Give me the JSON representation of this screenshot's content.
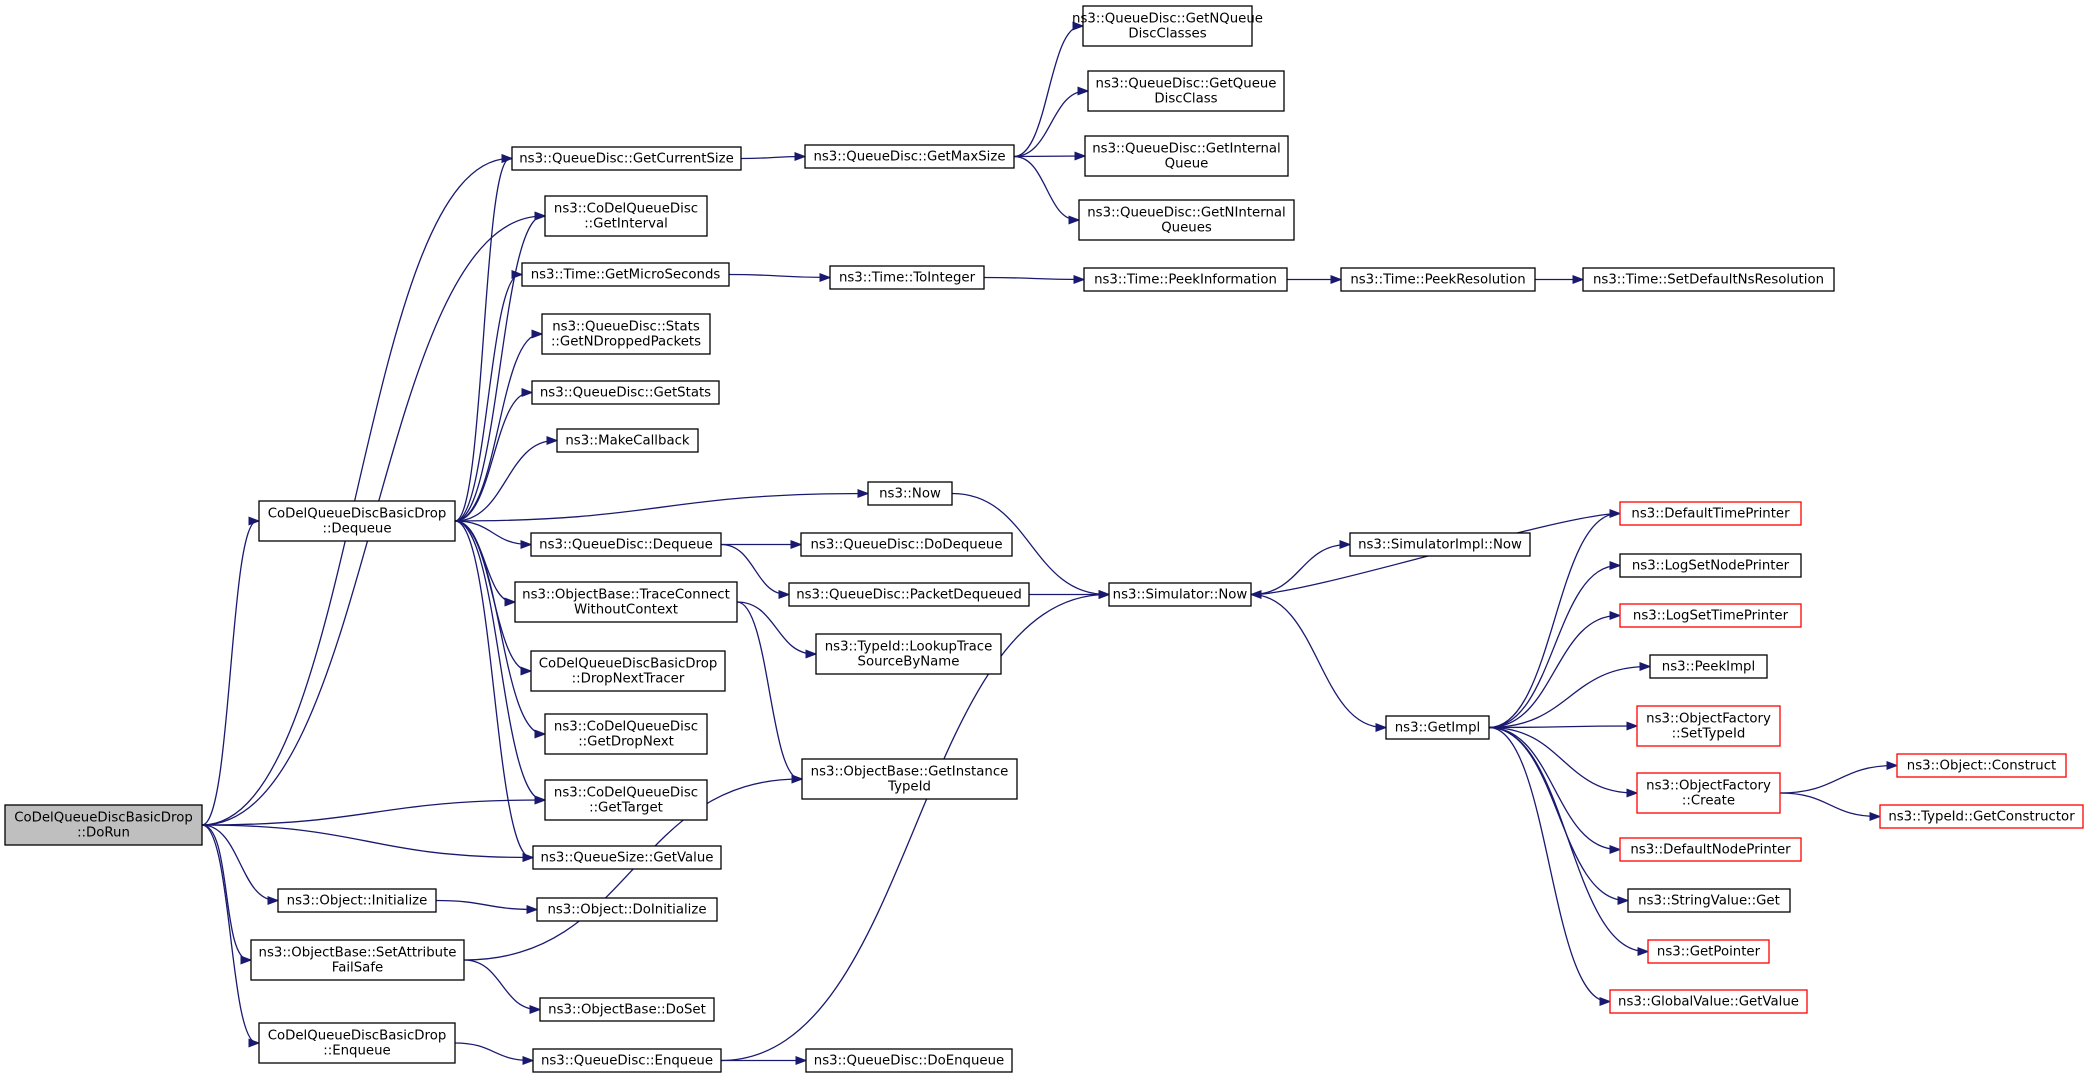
{
  "graph": {
    "nodes": [
      {
        "id": "dorun",
        "lines": [
          "CoDelQueueDiscBasicDrop",
          "::DoRun"
        ],
        "style": "root"
      },
      {
        "id": "dequeue_bd",
        "lines": [
          "CoDelQueueDiscBasicDrop",
          "::Dequeue"
        ],
        "style": "normal"
      },
      {
        "id": "enqueue_bd",
        "lines": [
          "CoDelQueueDiscBasicDrop",
          "::Enqueue"
        ],
        "style": "normal"
      },
      {
        "id": "getcursize",
        "lines": [
          "ns3::QueueDisc::GetCurrentSize"
        ],
        "style": "normal"
      },
      {
        "id": "getmaxsize",
        "lines": [
          "ns3::QueueDisc::GetMaxSize"
        ],
        "style": "normal"
      },
      {
        "id": "getnqdc",
        "lines": [
          "ns3::QueueDisc::GetNQueue",
          "DiscClasses"
        ],
        "style": "normal"
      },
      {
        "id": "getqdc",
        "lines": [
          "ns3::QueueDisc::GetQueue",
          "DiscClass"
        ],
        "style": "normal"
      },
      {
        "id": "getintq",
        "lines": [
          "ns3::QueueDisc::GetInternal",
          "Queue"
        ],
        "style": "normal"
      },
      {
        "id": "getnintq",
        "lines": [
          "ns3::QueueDisc::GetNInternal",
          "Queues"
        ],
        "style": "normal"
      },
      {
        "id": "getinterval",
        "lines": [
          "ns3::CoDelQueueDisc",
          "::GetInterval"
        ],
        "style": "normal"
      },
      {
        "id": "getmicro",
        "lines": [
          "ns3::Time::GetMicroSeconds"
        ],
        "style": "normal"
      },
      {
        "id": "tointeger",
        "lines": [
          "ns3::Time::ToInteger"
        ],
        "style": "normal"
      },
      {
        "id": "peekinfo",
        "lines": [
          "ns3::Time::PeekInformation"
        ],
        "style": "normal"
      },
      {
        "id": "peekres",
        "lines": [
          "ns3::Time::PeekResolution"
        ],
        "style": "normal"
      },
      {
        "id": "setdefres",
        "lines": [
          "ns3::Time::SetDefaultNsResolution"
        ],
        "style": "normal"
      },
      {
        "id": "getndropped",
        "lines": [
          "ns3::QueueDisc::Stats",
          "::GetNDroppedPackets"
        ],
        "style": "normal"
      },
      {
        "id": "getstats",
        "lines": [
          "ns3::QueueDisc::GetStats"
        ],
        "style": "normal"
      },
      {
        "id": "makecallback",
        "lines": [
          "ns3::MakeCallback"
        ],
        "style": "normal"
      },
      {
        "id": "now",
        "lines": [
          "ns3::Now"
        ],
        "style": "normal"
      },
      {
        "id": "qd_dequeue",
        "lines": [
          "ns3::QueueDisc::Dequeue"
        ],
        "style": "normal"
      },
      {
        "id": "qd_dodequeue",
        "lines": [
          "ns3::QueueDisc::DoDequeue"
        ],
        "style": "normal"
      },
      {
        "id": "pktdequeued",
        "lines": [
          "ns3::QueueDisc::PacketDequeued"
        ],
        "style": "normal"
      },
      {
        "id": "traceconnect",
        "lines": [
          "ns3::ObjectBase::TraceConnect",
          "WithoutContext"
        ],
        "style": "normal"
      },
      {
        "id": "lookuptrace",
        "lines": [
          "ns3::TypeId::LookupTrace",
          "SourceByName"
        ],
        "style": "normal"
      },
      {
        "id": "dropnexttracer",
        "lines": [
          "CoDelQueueDiscBasicDrop",
          "::DropNextTracer"
        ],
        "style": "normal"
      },
      {
        "id": "getdropnext",
        "lines": [
          "ns3::CoDelQueueDisc",
          "::GetDropNext"
        ],
        "style": "normal"
      },
      {
        "id": "getinstancetypeid",
        "lines": [
          "ns3::ObjectBase::GetInstance",
          "TypeId"
        ],
        "style": "normal"
      },
      {
        "id": "gettarget",
        "lines": [
          "ns3::CoDelQueueDisc",
          "::GetTarget"
        ],
        "style": "normal"
      },
      {
        "id": "qsgetvalue",
        "lines": [
          "ns3::QueueSize::GetValue"
        ],
        "style": "normal"
      },
      {
        "id": "objinit",
        "lines": [
          "ns3::Object::Initialize"
        ],
        "style": "normal"
      },
      {
        "id": "doinit",
        "lines": [
          "ns3::Object::DoInitialize"
        ],
        "style": "normal"
      },
      {
        "id": "setattrfs",
        "lines": [
          "ns3::ObjectBase::SetAttribute",
          "FailSafe"
        ],
        "style": "normal"
      },
      {
        "id": "doset",
        "lines": [
          "ns3::ObjectBase::DoSet"
        ],
        "style": "normal"
      },
      {
        "id": "qd_enqueue",
        "lines": [
          "ns3::QueueDisc::Enqueue"
        ],
        "style": "normal"
      },
      {
        "id": "qd_doenqueue",
        "lines": [
          "ns3::QueueDisc::DoEnqueue"
        ],
        "style": "normal"
      },
      {
        "id": "simimplnow",
        "lines": [
          "ns3::SimulatorImpl::Now"
        ],
        "style": "normal"
      },
      {
        "id": "simnow",
        "lines": [
          "ns3::Simulator::Now"
        ],
        "style": "normal"
      },
      {
        "id": "getimpl",
        "lines": [
          "ns3::GetImpl"
        ],
        "style": "normal"
      },
      {
        "id": "deftimeprinter",
        "lines": [
          "ns3::DefaultTimePrinter"
        ],
        "style": "red"
      },
      {
        "id": "logsetnodeprinter",
        "lines": [
          "ns3::LogSetNodePrinter"
        ],
        "style": "normal"
      },
      {
        "id": "logsettimeprinter",
        "lines": [
          "ns3::LogSetTimePrinter"
        ],
        "style": "red"
      },
      {
        "id": "peekimpl",
        "lines": [
          "ns3::PeekImpl"
        ],
        "style": "normal"
      },
      {
        "id": "ofsettypeid",
        "lines": [
          "ns3::ObjectFactory",
          "::SetTypeId"
        ],
        "style": "red"
      },
      {
        "id": "ofcreate",
        "lines": [
          "ns3::ObjectFactory",
          "::Create"
        ],
        "style": "red"
      },
      {
        "id": "objconstruct",
        "lines": [
          "ns3::Object::Construct"
        ],
        "style": "red"
      },
      {
        "id": "getconstructor",
        "lines": [
          "ns3::TypeId::GetConstructor"
        ],
        "style": "red"
      },
      {
        "id": "defnodeprinter",
        "lines": [
          "ns3::DefaultNodePrinter"
        ],
        "style": "red"
      },
      {
        "id": "strvalget",
        "lines": [
          "ns3::StringValue::Get"
        ],
        "style": "normal"
      },
      {
        "id": "getpointer",
        "lines": [
          "ns3::GetPointer"
        ],
        "style": "red"
      },
      {
        "id": "gvgetvalue",
        "lines": [
          "ns3::GlobalValue::GetValue"
        ],
        "style": "red"
      }
    ],
    "edges": [
      [
        "dorun",
        "getcursize"
      ],
      [
        "dorun",
        "getinterval"
      ],
      [
        "dorun",
        "dequeue_bd"
      ],
      [
        "dorun",
        "gettarget"
      ],
      [
        "dorun",
        "qsgetvalue"
      ],
      [
        "dorun",
        "objinit"
      ],
      [
        "dorun",
        "setattrfs"
      ],
      [
        "dorun",
        "enqueue_bd"
      ],
      [
        "dequeue_bd",
        "getcursize"
      ],
      [
        "dequeue_bd",
        "getinterval"
      ],
      [
        "dequeue_bd",
        "getmicro"
      ],
      [
        "dequeue_bd",
        "getndropped"
      ],
      [
        "dequeue_bd",
        "getstats"
      ],
      [
        "dequeue_bd",
        "makecallback"
      ],
      [
        "dequeue_bd",
        "now"
      ],
      [
        "dequeue_bd",
        "qd_dequeue"
      ],
      [
        "dequeue_bd",
        "traceconnect"
      ],
      [
        "dequeue_bd",
        "dropnexttracer"
      ],
      [
        "dequeue_bd",
        "getdropnext"
      ],
      [
        "dequeue_bd",
        "gettarget"
      ],
      [
        "dequeue_bd",
        "qsgetvalue"
      ],
      [
        "getcursize",
        "getmaxsize"
      ],
      [
        "getmaxsize",
        "getnqdc"
      ],
      [
        "getmaxsize",
        "getqdc"
      ],
      [
        "getmaxsize",
        "getintq"
      ],
      [
        "getmaxsize",
        "getnintq"
      ],
      [
        "getmicro",
        "tointeger"
      ],
      [
        "tointeger",
        "peekinfo"
      ],
      [
        "peekinfo",
        "peekres"
      ],
      [
        "peekres",
        "setdefres"
      ],
      [
        "now",
        "simnow"
      ],
      [
        "qd_dequeue",
        "qd_dodequeue"
      ],
      [
        "qd_dequeue",
        "pktdequeued"
      ],
      [
        "pktdequeued",
        "simnow"
      ],
      [
        "traceconnect",
        "lookuptrace"
      ],
      [
        "traceconnect",
        "getinstancetypeid"
      ],
      [
        "objinit",
        "doinit"
      ],
      [
        "setattrfs",
        "getinstancetypeid"
      ],
      [
        "setattrfs",
        "doset"
      ],
      [
        "enqueue_bd",
        "qd_enqueue"
      ],
      [
        "qd_enqueue",
        "qd_doenqueue"
      ],
      [
        "qd_enqueue",
        "simnow"
      ],
      [
        "simnow",
        "simimplnow"
      ],
      [
        "simnow",
        "getimpl"
      ],
      [
        "getimpl",
        "deftimeprinter"
      ],
      [
        "getimpl",
        "logsetnodeprinter"
      ],
      [
        "getimpl",
        "logsettimeprinter"
      ],
      [
        "getimpl",
        "peekimpl"
      ],
      [
        "getimpl",
        "ofsettypeid"
      ],
      [
        "getimpl",
        "ofcreate"
      ],
      [
        "getimpl",
        "defnodeprinter"
      ],
      [
        "getimpl",
        "strvalget"
      ],
      [
        "getimpl",
        "getpointer"
      ],
      [
        "getimpl",
        "gvgetvalue"
      ],
      [
        "deftimeprinter",
        "simnow"
      ],
      [
        "ofcreate",
        "objconstruct"
      ],
      [
        "ofcreate",
        "getconstructor"
      ]
    ]
  },
  "colors": {
    "edge": "#191970",
    "border_normal": "#000000",
    "border_red": "#ff0000",
    "root_fill": "#bfbfbf"
  }
}
